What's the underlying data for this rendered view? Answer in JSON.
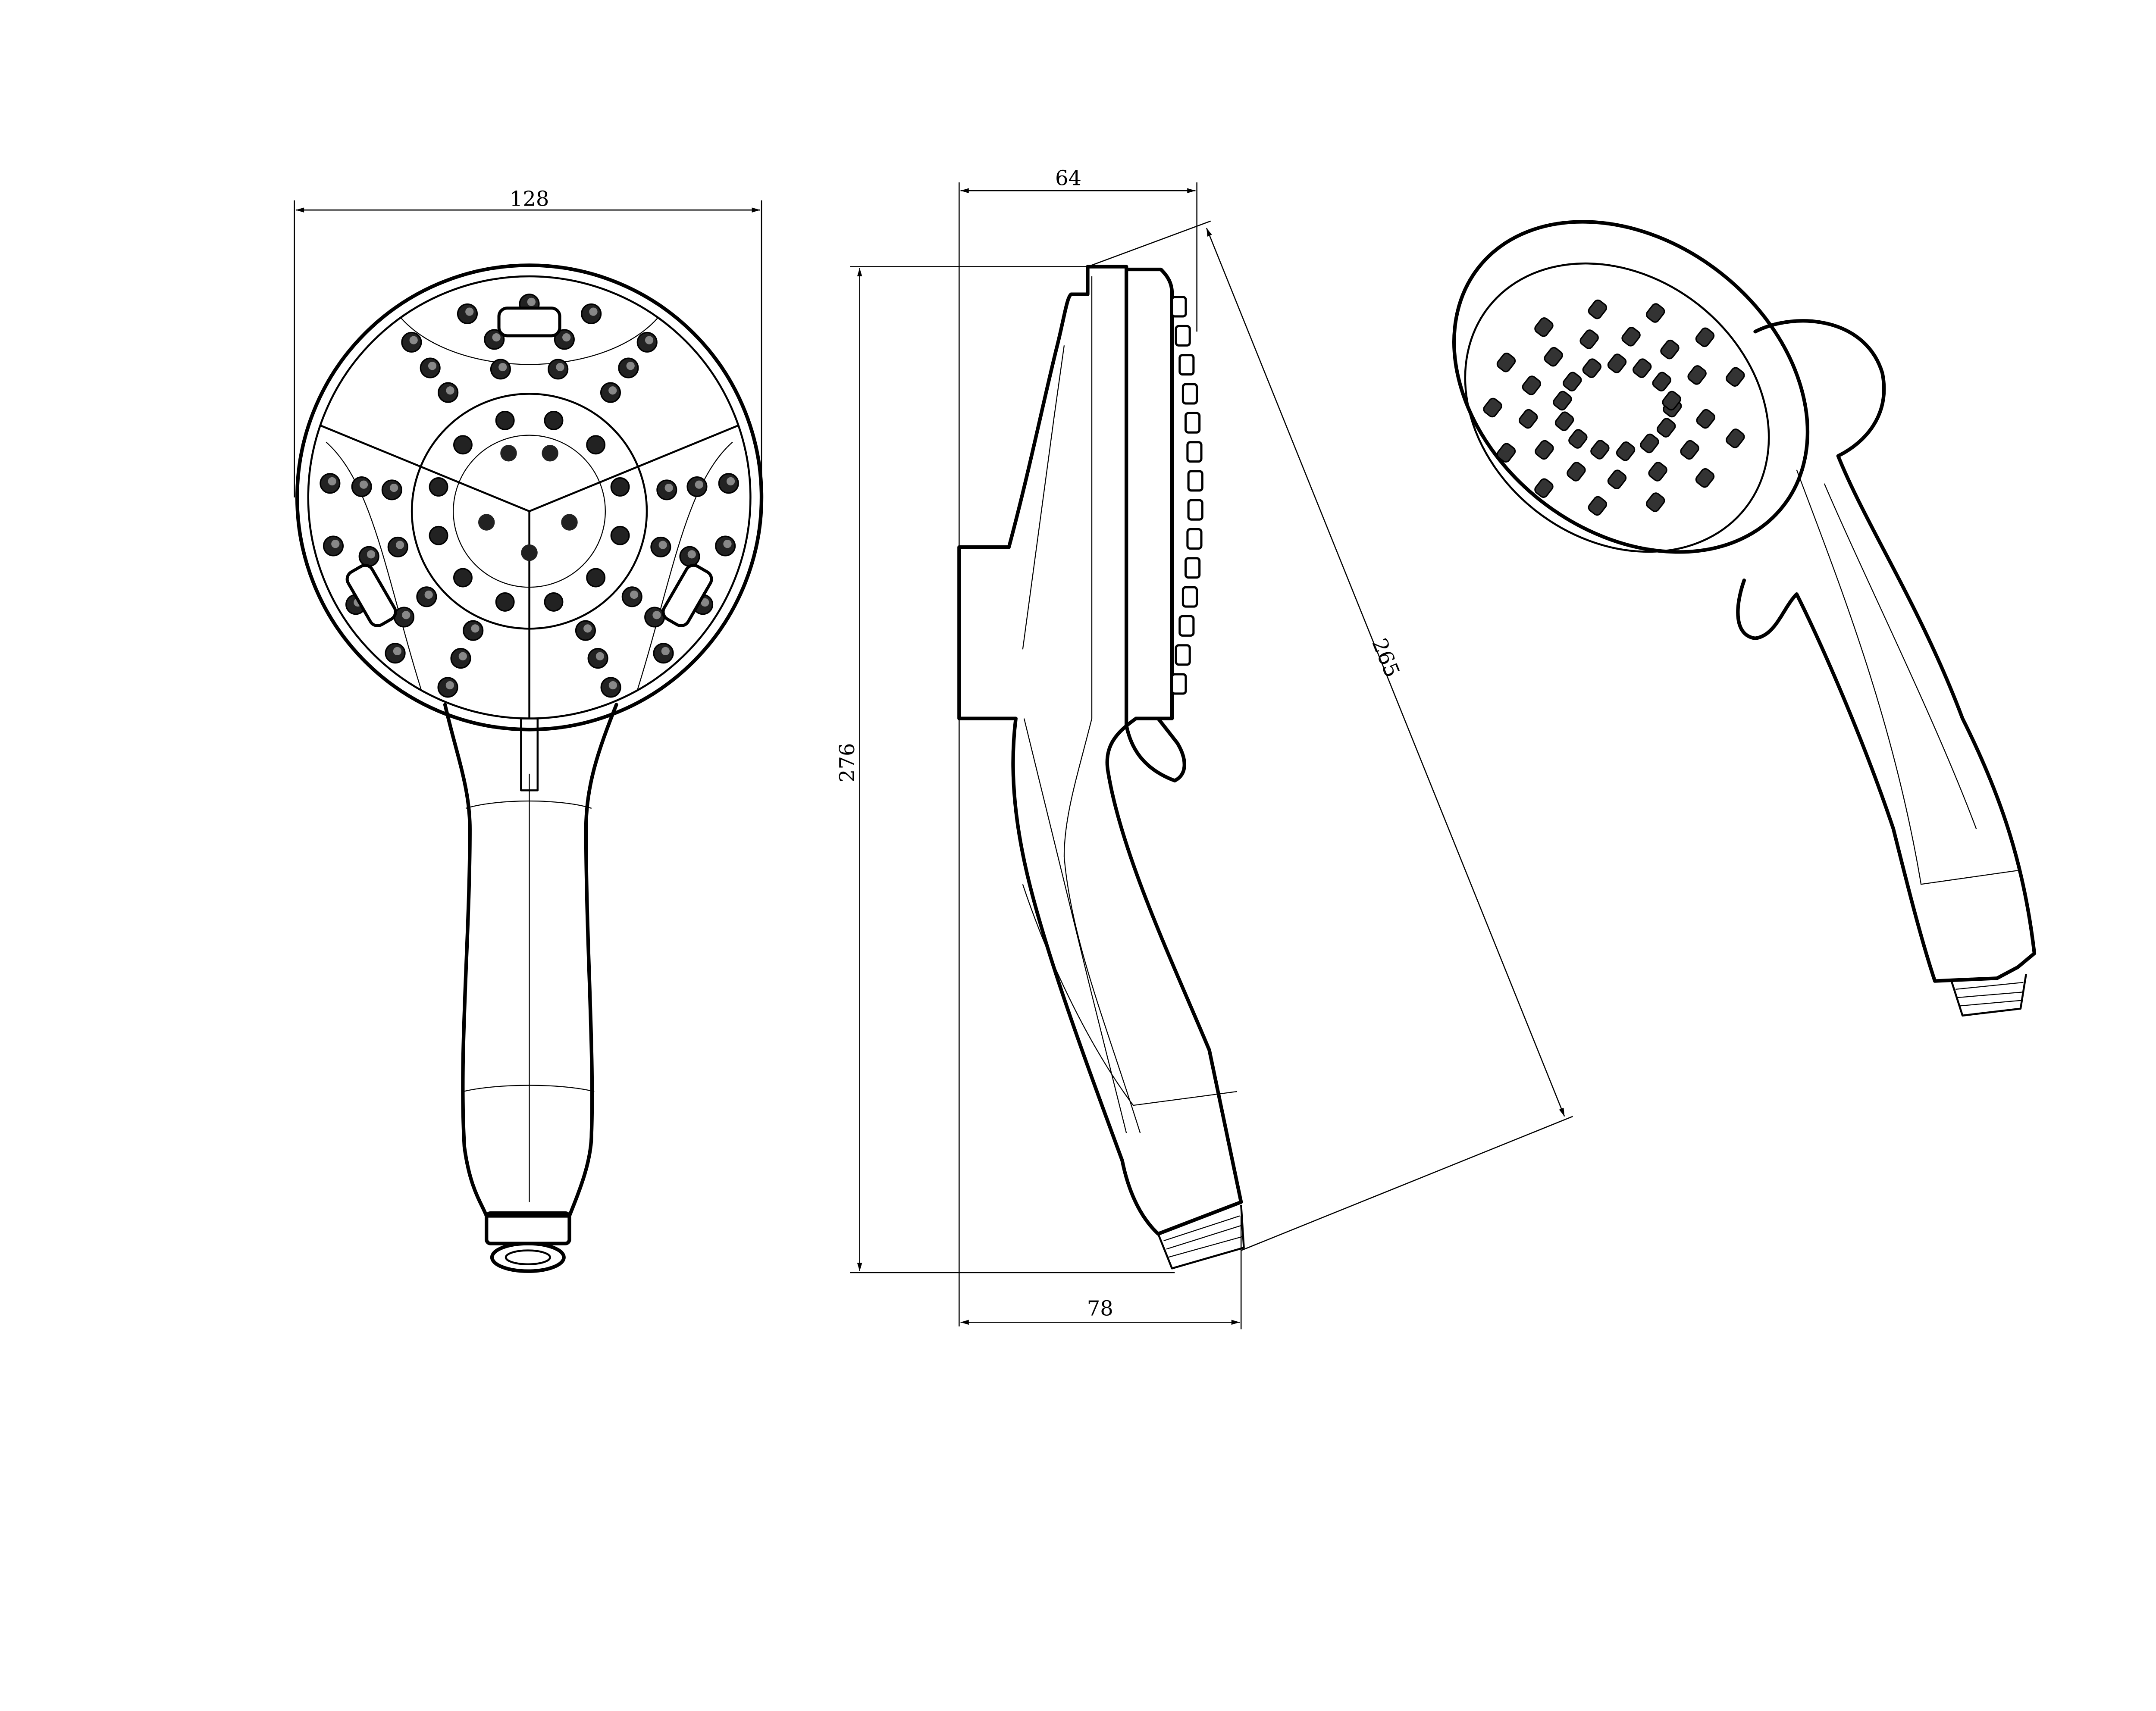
{
  "drawing": {
    "views": [
      "front",
      "side",
      "isometric"
    ],
    "line_color": "#000000",
    "background": "#ffffff"
  },
  "dimensions": {
    "head_width": "128",
    "head_depth": "64",
    "overall_height": "276",
    "overall_depth": "78",
    "diagonal_length": "265"
  }
}
